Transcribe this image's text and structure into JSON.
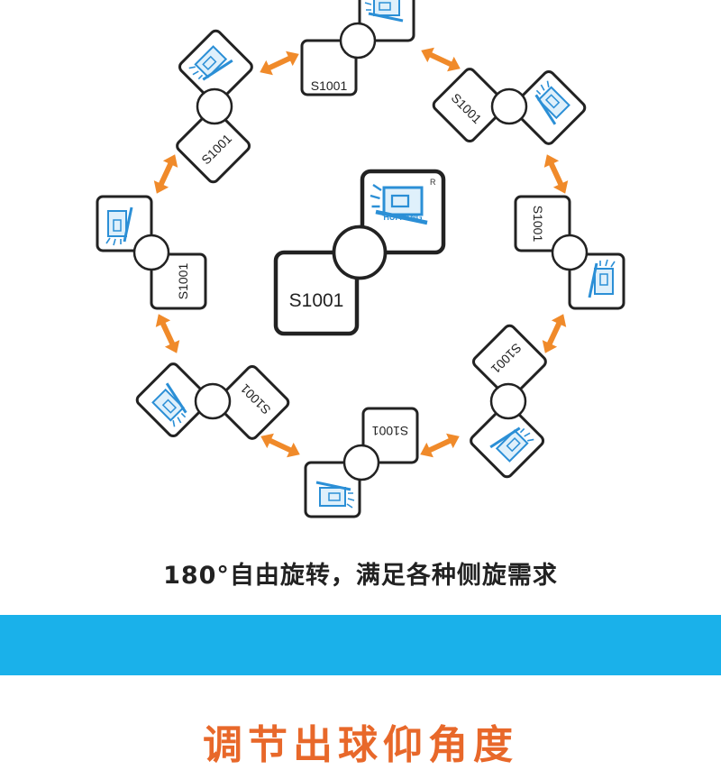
{
  "tag": {
    "code": "S1001",
    "brand": "HUI PANG",
    "registered": "R"
  },
  "caption": "180°自由旋转，满足各种侧旋需求",
  "next_heading": "调节出球仰角度",
  "colors": {
    "band": "#1ab1ea",
    "arrow": "#f08a2a",
    "heading": "#e8682a",
    "logo": "#2b8fd6",
    "tag_border": "#222222"
  },
  "icons": [
    "double-arrow-icon",
    "hui-pang-logo-icon",
    "registered-mark-icon"
  ]
}
